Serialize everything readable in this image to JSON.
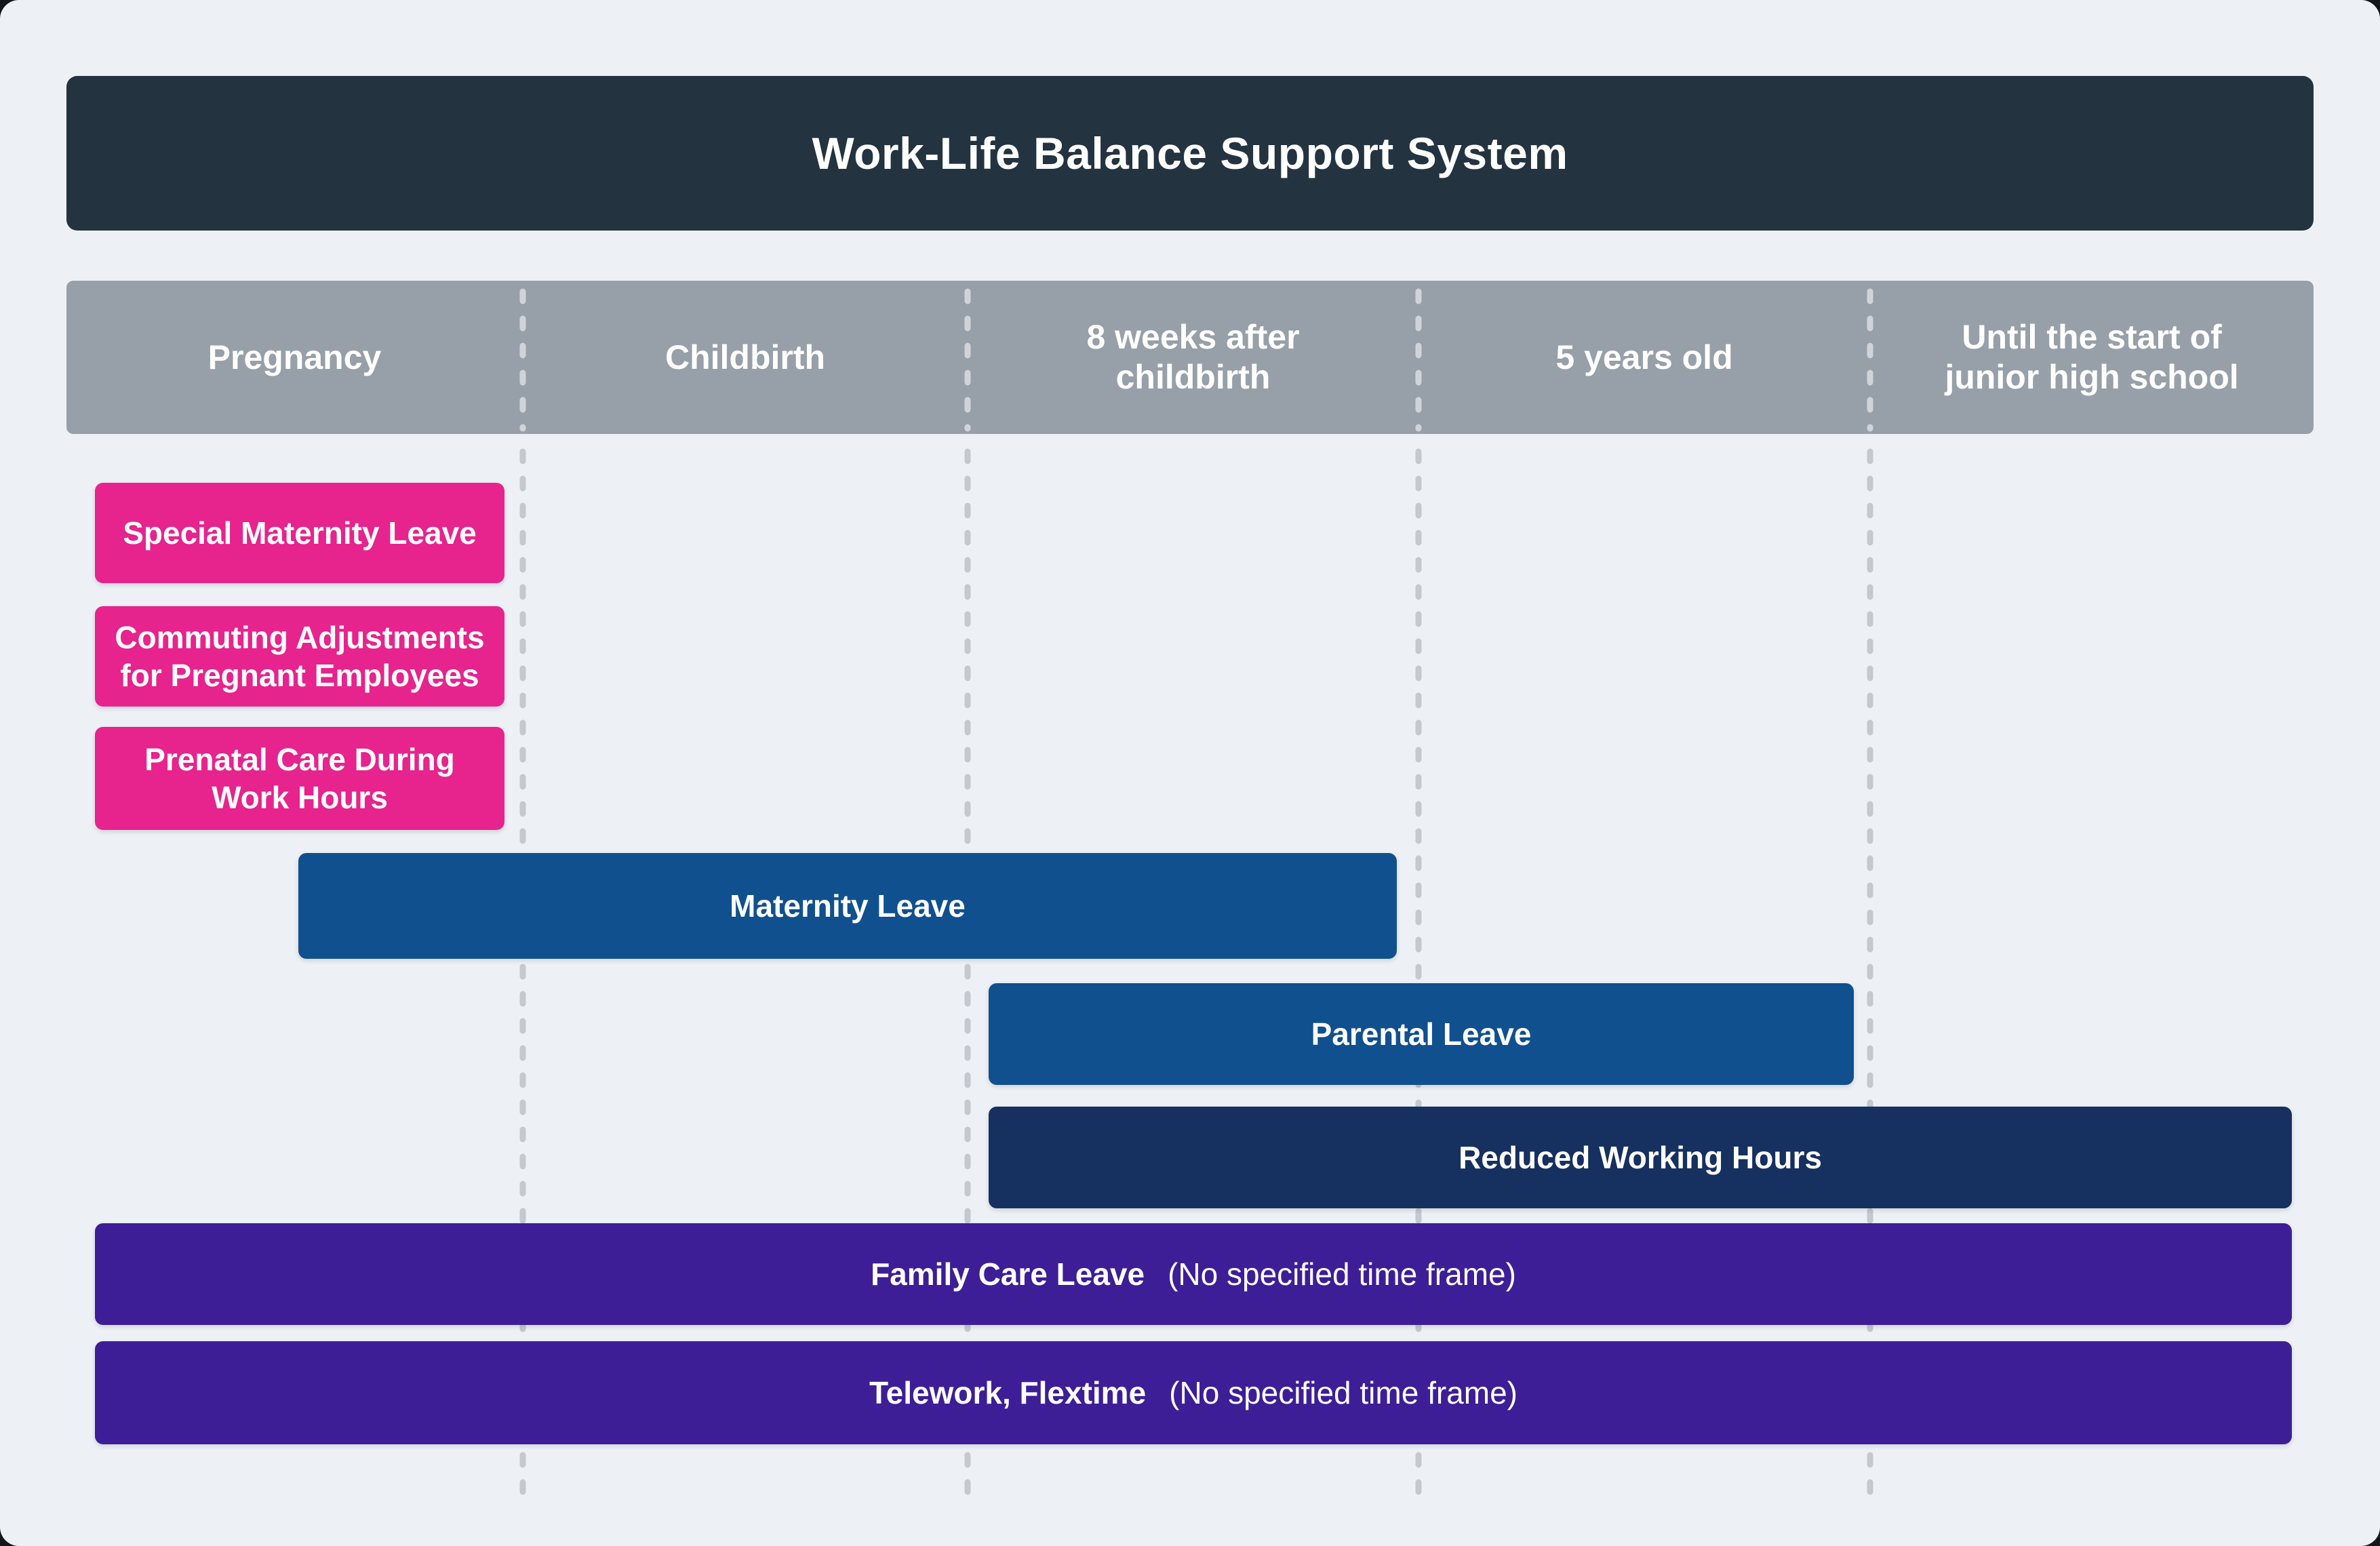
{
  "title": "Work-Life Balance Support System",
  "timeline_phases": [
    {
      "label": "Pregnancy"
    },
    {
      "label": "Childbirth"
    },
    {
      "label": "8 weeks after childbirth"
    },
    {
      "label": "5 years old"
    },
    {
      "label": "Until the start of junior high school"
    }
  ],
  "programs": [
    {
      "label": "Special Maternity Leave",
      "color": "#E7238D",
      "phase_start": "Pregnancy",
      "phase_end": "Pregnancy"
    },
    {
      "label": "Commuting Adjustments for Pregnant Employees",
      "color": "#E7238D",
      "phase_start": "Pregnancy",
      "phase_end": "Pregnancy"
    },
    {
      "label": "Prenatal Care During Work Hours",
      "color": "#E7238D",
      "phase_start": "Pregnancy",
      "phase_end": "Pregnancy"
    },
    {
      "label": "Maternity Leave",
      "color": "#10508E",
      "phase_start": "Pregnancy (second half)",
      "phase_end": "8 weeks after childbirth"
    },
    {
      "label": "Parental Leave",
      "color": "#10508E",
      "phase_start": "8 weeks after childbirth",
      "phase_end": "5 years old"
    },
    {
      "label": "Reduced Working Hours",
      "color": "#16305F",
      "phase_start": "8 weeks after childbirth",
      "phase_end": "Until the start of junior high school"
    },
    {
      "label": "Family Care Leave",
      "note": "(No specified time frame)",
      "color": "#3D1E97",
      "phase_start": "Pregnancy",
      "phase_end": "Until the start of junior high school"
    },
    {
      "label": "Telework, Flextime",
      "note": "(No specified time frame)",
      "color": "#3D1E97",
      "phase_start": "Pregnancy",
      "phase_end": "Until the start of junior high school"
    }
  ],
  "colors": {
    "background": "#EDF1F5",
    "title_bar": "#23333F",
    "phase_header": "#97A0A8",
    "pink": "#E7238D",
    "blue": "#10508E",
    "navy": "#16305F",
    "purple": "#3D1E97",
    "grid_dots": "#C3C9CE",
    "text": "#FFFFFF"
  }
}
